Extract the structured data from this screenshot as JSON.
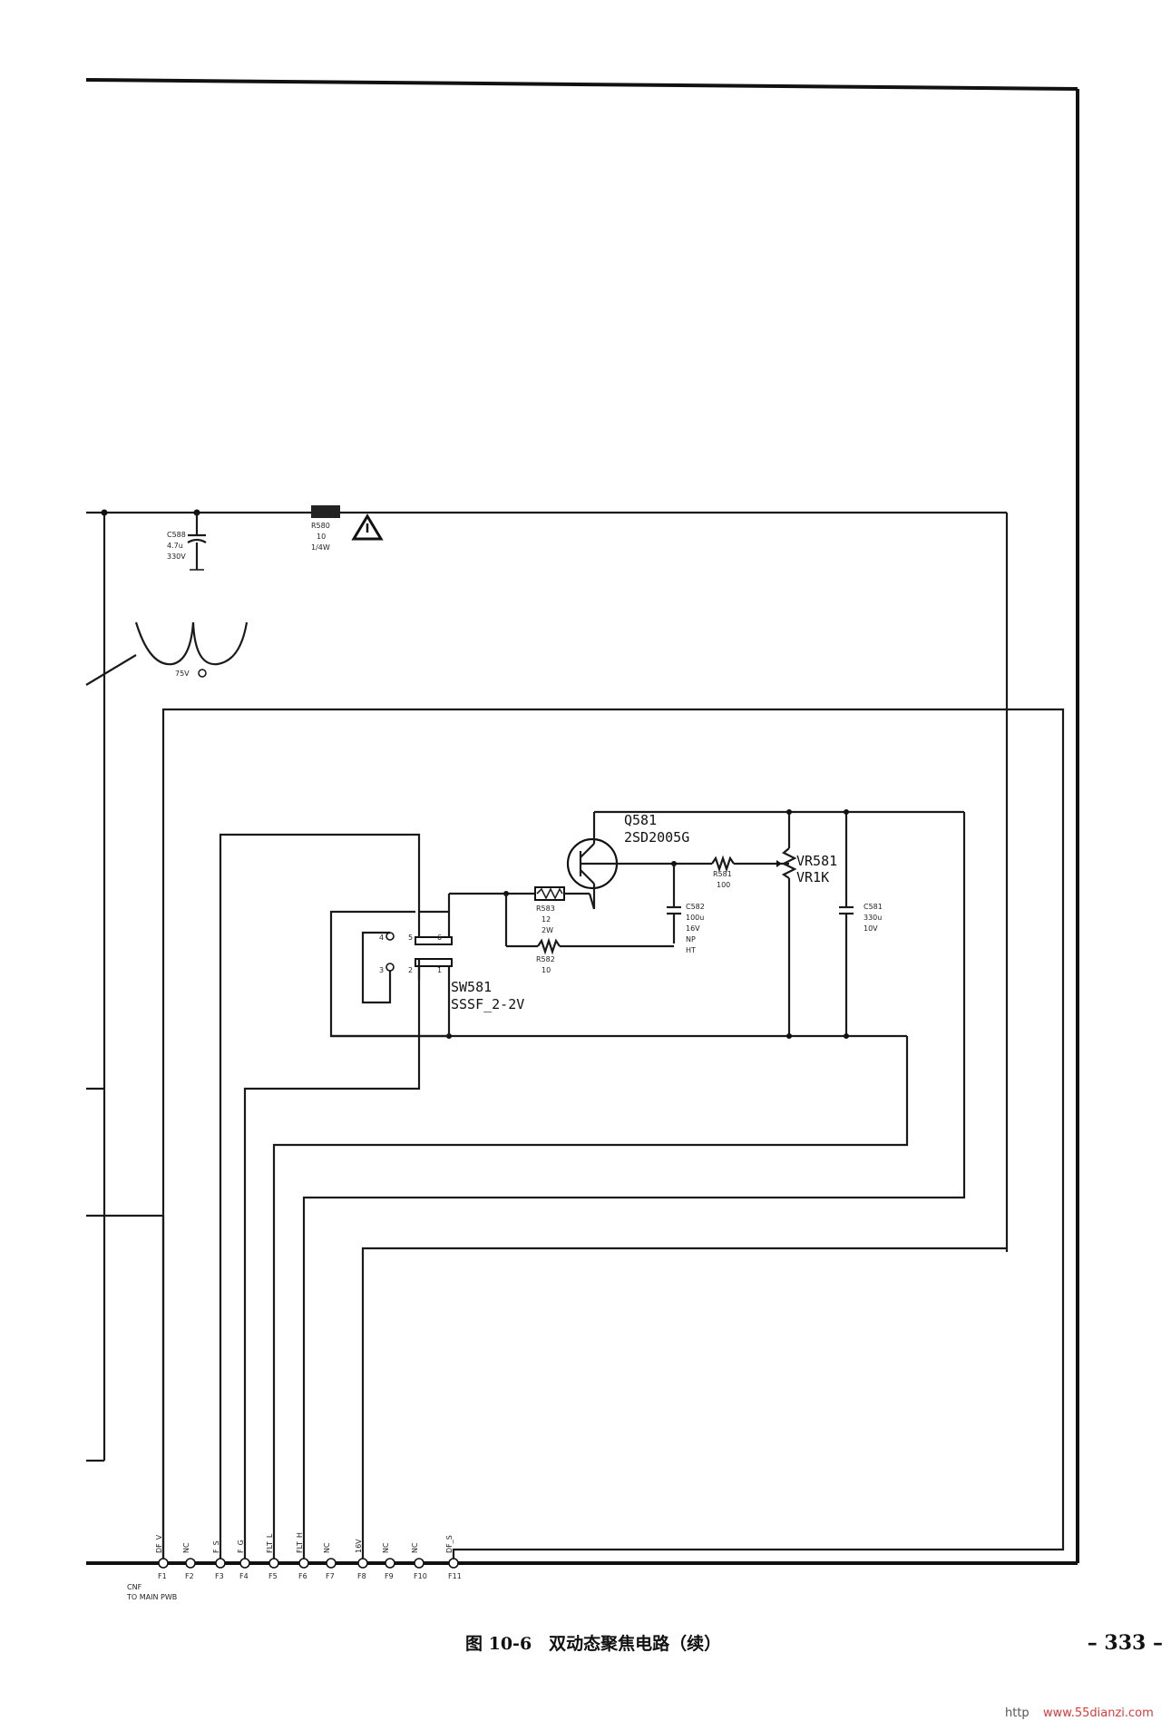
{
  "components": {
    "q581": {
      "ref": "Q581",
      "part": "2SD2005G"
    },
    "vr581": {
      "ref": "VR581",
      "value": "VR1K"
    },
    "sw581": {
      "ref": "SW581",
      "part": "SSSF_2-2V"
    },
    "r583": {
      "ref": "R583",
      "value": "12",
      "rating": "2W"
    },
    "r582": {
      "ref": "R582",
      "value": "10"
    },
    "r581": {
      "ref": "R581",
      "value": "100"
    },
    "c582": {
      "ref": "C582",
      "lines": [
        "100u",
        "16V",
        "NP",
        "HT"
      ]
    },
    "c581": {
      "ref": "C581",
      "lines": [
        "330u",
        "10V"
      ]
    },
    "c588": {
      "ref": "C588",
      "lines": [
        "4.7u",
        "330V"
      ]
    },
    "r580": {
      "ref": "R580",
      "lines": [
        "10",
        "1/4W"
      ]
    },
    "coil": {
      "label": "75V"
    },
    "switch_pins": [
      "4",
      "5",
      "6",
      "3",
      "2",
      "1"
    ]
  },
  "connector": {
    "ref": "CNF",
    "note": "TO MAIN PWB",
    "pins": [
      {
        "num": "F1",
        "signal": "DF_V"
      },
      {
        "num": "F2",
        "signal": "NC"
      },
      {
        "num": "F3",
        "signal": "F_S"
      },
      {
        "num": "F4",
        "signal": "F_G"
      },
      {
        "num": "F5",
        "signal": "FLT_L"
      },
      {
        "num": "F6",
        "signal": "FLT_H"
      },
      {
        "num": "F7",
        "signal": "NC"
      },
      {
        "num": "F8",
        "signal": "16V"
      },
      {
        "num": "F9",
        "signal": "NC"
      },
      {
        "num": "F10",
        "signal": "NC"
      },
      {
        "num": "F11",
        "signal": "DF_S"
      }
    ]
  },
  "caption": "图 10-6　双动态聚焦电路（续）",
  "page_number": "– 333 –",
  "watermark": {
    "prefix": "http",
    "site": "www.55dianzi.com"
  }
}
